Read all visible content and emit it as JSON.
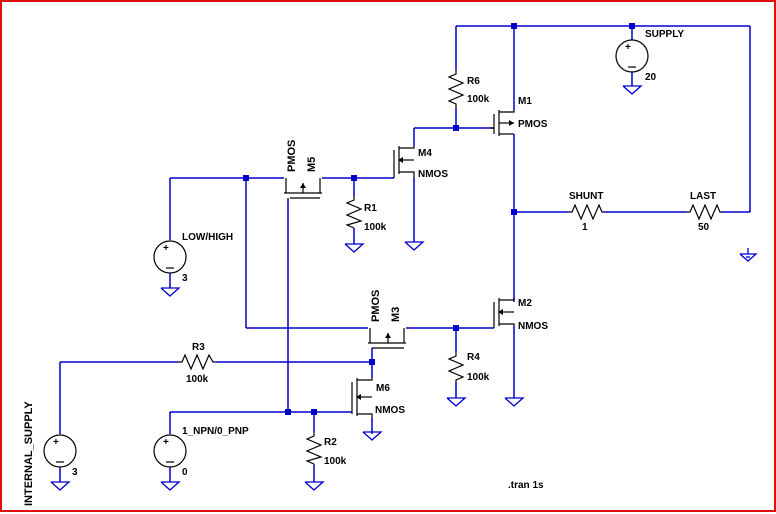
{
  "app": {
    "name": "LTspice schematic"
  },
  "sources": {
    "supply": {
      "name": "SUPPLY",
      "value": "20"
    },
    "lowhigh": {
      "name": "LOW/HIGH",
      "value": "3"
    },
    "internal": {
      "name": "INTERNAL_SUPPLY",
      "value": "3"
    },
    "npnpnp": {
      "name": "1_NPN/0_PNP",
      "value": "0"
    }
  },
  "resistors": {
    "r1": {
      "name": "R1",
      "value": "100k"
    },
    "r2": {
      "name": "R2",
      "value": "100k"
    },
    "r3": {
      "name": "R3",
      "value": "100k"
    },
    "r4": {
      "name": "R4",
      "value": "100k"
    },
    "r6": {
      "name": "R6",
      "value": "100k"
    },
    "shunt": {
      "name": "SHUNT",
      "value": "1"
    },
    "last": {
      "name": "LAST",
      "value": "50"
    }
  },
  "transistors": {
    "m1": {
      "name": "M1",
      "model": "PMOS"
    },
    "m2": {
      "name": "M2",
      "model": "NMOS"
    },
    "m3": {
      "name": "M3",
      "model": "PMOS"
    },
    "m4": {
      "name": "M4",
      "model": "NMOS"
    },
    "m5": {
      "name": "M5",
      "model": "PMOS"
    },
    "m6": {
      "name": "M6",
      "model": "NMOS"
    }
  },
  "directive": ".tran 1s",
  "colors": {
    "wire": "#0000cc",
    "frame": "#e01010",
    "symbol": "#000000",
    "background": "#ffffff"
  }
}
